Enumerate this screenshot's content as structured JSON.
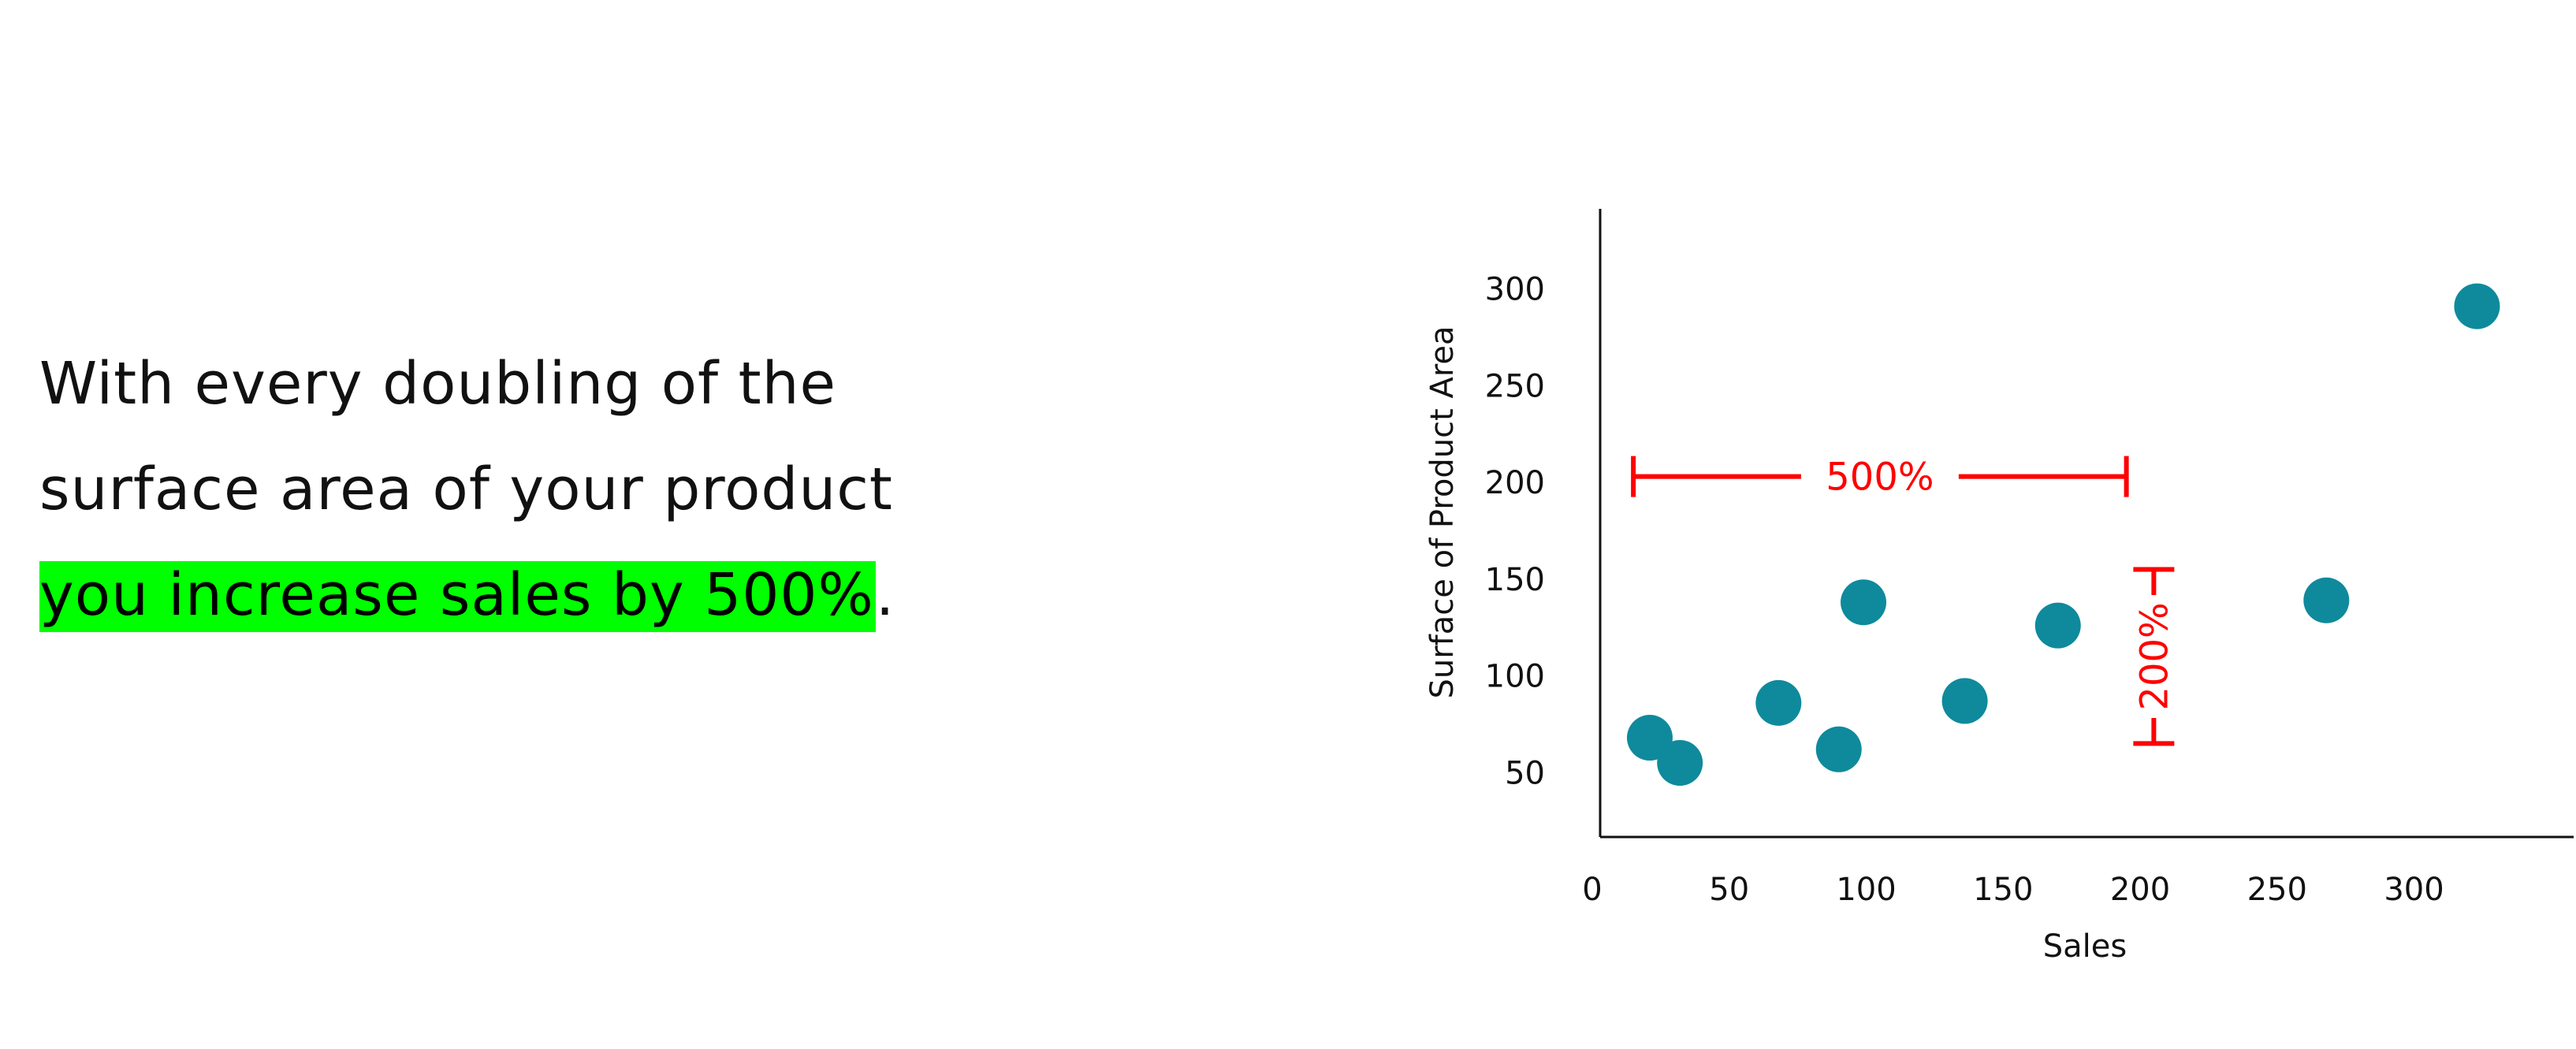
{
  "statement": {
    "line1": "With every doubling of the",
    "line2": "surface area of your product",
    "highlight": "you increase sales by 500%",
    "tail": "."
  },
  "colors": {
    "highlight": "#00ff00",
    "point": "#0e8a9c",
    "annotation": "#ff0000",
    "axis": "#111111"
  },
  "chart_data": {
    "type": "scatter",
    "xlabel": "Sales",
    "ylabel": "Surface of Product Area",
    "x_ticks": [
      0,
      50,
      100,
      150,
      200,
      250,
      300
    ],
    "y_ticks": [
      50,
      100,
      150,
      200,
      250,
      300
    ],
    "xlim": [
      0,
      360
    ],
    "ylim": [
      15,
      340
    ],
    "grid": false,
    "points": [
      {
        "x": 21,
        "y": 68
      },
      {
        "x": 32,
        "y": 55
      },
      {
        "x": 68,
        "y": 86
      },
      {
        "x": 90,
        "y": 62
      },
      {
        "x": 99,
        "y": 138
      },
      {
        "x": 136,
        "y": 87
      },
      {
        "x": 170,
        "y": 126
      },
      {
        "x": 268,
        "y": 139
      },
      {
        "x": 323,
        "y": 291
      }
    ],
    "annotations": [
      {
        "label": "500%",
        "orientation": "horizontal",
        "x_start": 15,
        "x_end": 195,
        "y": 203
      },
      {
        "label": "200%",
        "orientation": "vertical",
        "x": 205,
        "y_start": 65,
        "y_end": 155
      }
    ]
  }
}
